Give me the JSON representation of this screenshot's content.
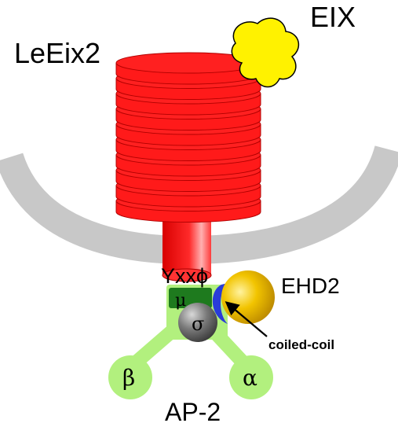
{
  "labels": {
    "receptor": "LeEix2",
    "ligand": "EIX",
    "motif": "Yxxϕ",
    "ehd": "EHD2",
    "coiled": "coiled-coil",
    "complex": "AP-2",
    "mu": "μ",
    "sigma": "σ",
    "beta": "β",
    "alpha": "α"
  },
  "colors": {
    "receptor": "#ff1a1a",
    "ligand": "#ffee00",
    "membrane": "#c8c8c8",
    "ap2": "#b2f07e",
    "mu": "#1e7a1e",
    "sigma": "#6a6a6a",
    "ehd": "#e8b800",
    "coiled": "#2a3cd8"
  }
}
